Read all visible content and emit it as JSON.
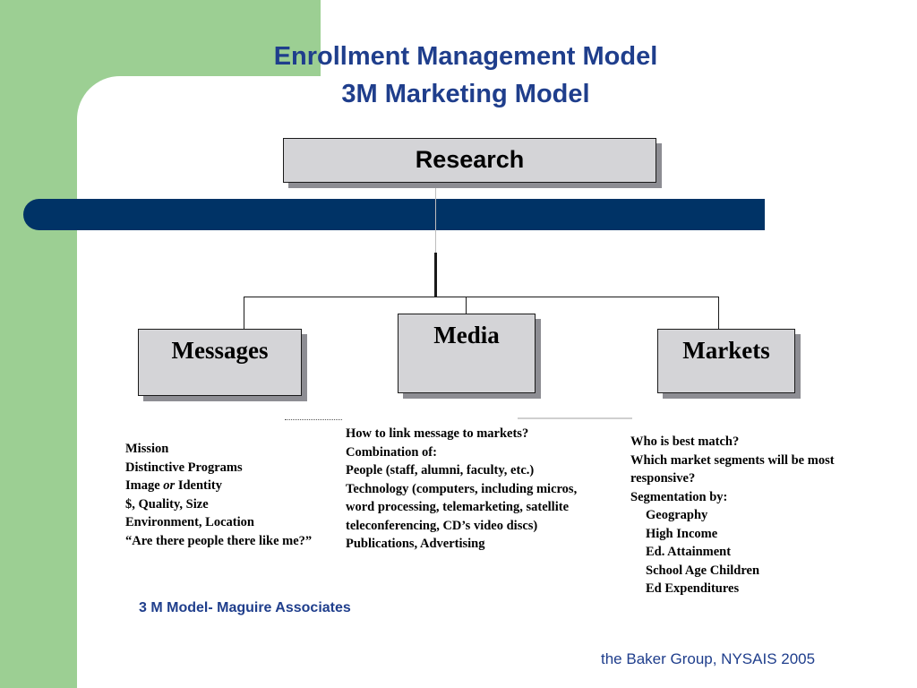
{
  "colors": {
    "green": "#9ccf93",
    "navy": "#003366",
    "title_blue": "#1f3e8c",
    "box_fill": "#d4d4d7",
    "box_shadow": "#8d8d93"
  },
  "title": {
    "line1": "Enrollment Management Model",
    "line2": "3M Marketing Model"
  },
  "diagram": {
    "research": "Research",
    "messages": "Messages",
    "media": "Media",
    "markets": "Markets"
  },
  "messages_notes": [
    "Mission",
    "Distinctive Programs",
    "Image ",
    "or",
    " Identity",
    "$, Quality, Size",
    "Environment, Location",
    "“Are there people there like me?”"
  ],
  "media_notes": [
    "How to link message to markets?",
    "Combination of:",
    "People (staff, alumni, faculty, etc.)",
    "Technology (computers, including micros,",
    "word processing, telemarketing, satellite",
    "teleconferencing, CD’s video discs)",
    "Publications, Advertising"
  ],
  "markets_notes": {
    "q1": "Who is best match?",
    "q2a": "Which market segments will be most",
    "q2b": "responsive?",
    "seg": "Segmentation by:",
    "items": [
      "Geography",
      "High Income",
      "Ed. Attainment",
      "School Age Children",
      "Ed Expenditures"
    ]
  },
  "caption": "3 M Model- Maguire Associates",
  "footer": "the Baker Group, NYSAIS 2005"
}
